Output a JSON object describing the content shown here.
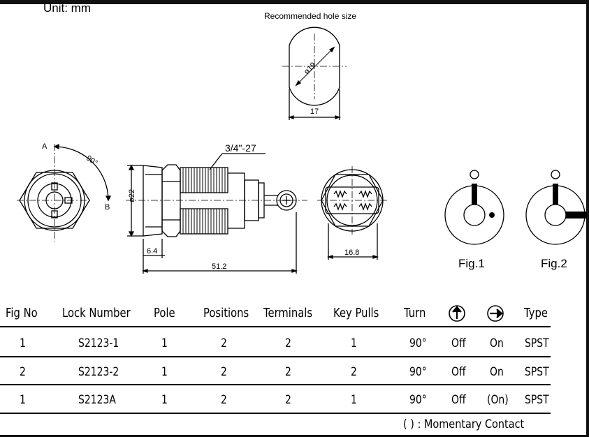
{
  "labels": {
    "unit": "Unit: mm",
    "recommended": "Recommended hole size",
    "hole_dia": "ø19",
    "hole_width": "17",
    "thread": "3/4\"-27",
    "angle": "90°",
    "point_a": "A",
    "point_b": "B",
    "dia22": "ø22",
    "dim_6_4": "6.4",
    "dim_51_2": "51.2",
    "dim_16_8": "16.8",
    "fig1": "Fig.1",
    "fig2": "Fig.2"
  },
  "table": {
    "headers": [
      "Fig No",
      "Lock Number",
      "Pole",
      "Positions",
      "Terminals",
      "Key Pulls",
      "Turn",
      "",
      "",
      "Type"
    ],
    "header_icons": [
      "up-arrow-circle-icon",
      "right-arrow-circle-icon"
    ],
    "rows": [
      [
        "1",
        "S2123-1",
        "1",
        "2",
        "2",
        "1",
        "90°",
        "Off",
        "On",
        "SPST"
      ],
      [
        "2",
        "S2123-2",
        "1",
        "2",
        "2",
        "2",
        "90°",
        "Off",
        "On",
        "SPST"
      ],
      [
        "1",
        "S2123A",
        "1",
        "2",
        "2",
        "1",
        "90°",
        "Off",
        "(On)",
        "SPST"
      ]
    ]
  },
  "note": "(   ) : Momentary Contact"
}
